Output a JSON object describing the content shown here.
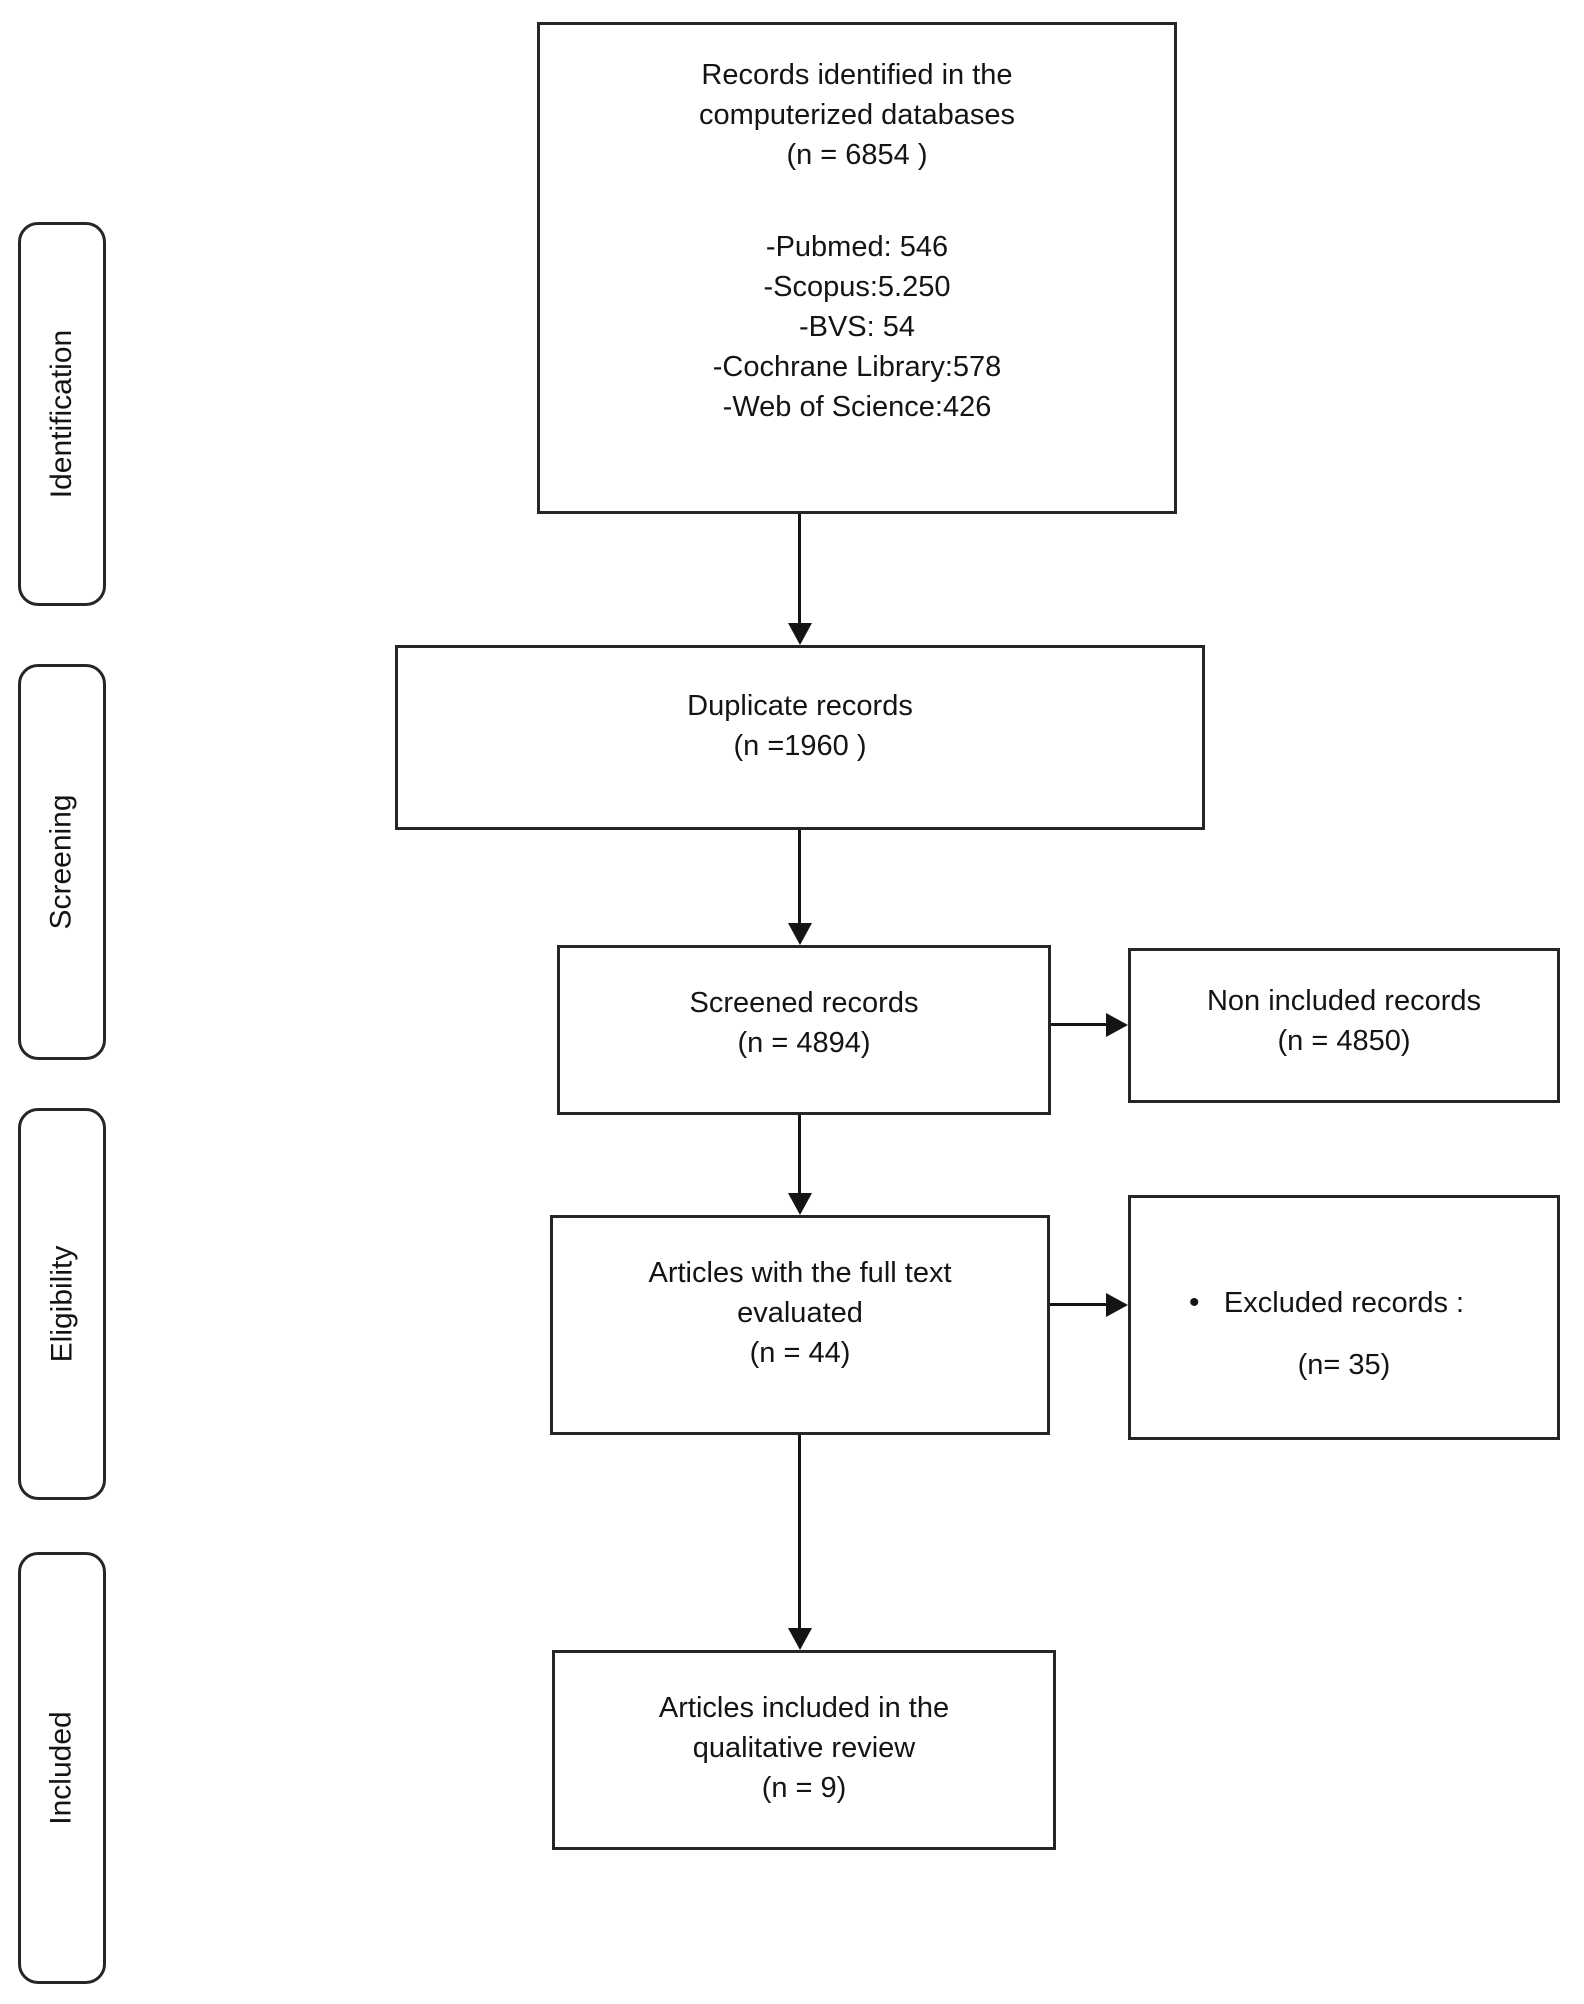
{
  "figure": {
    "stages": [
      {
        "label": "Identification"
      },
      {
        "label": "Screening"
      },
      {
        "label": "Eligibility"
      },
      {
        "label": "Included"
      }
    ],
    "boxes": {
      "records_identified": {
        "line1": "Records identified in the",
        "line2": "computerized databases",
        "count": "(n = 6854 )",
        "sources": [
          "-Pubmed: 546",
          "-Scopus:5.250",
          "-BVS: 54",
          "-Cochrane Library:578",
          "-Web of Science:426"
        ]
      },
      "duplicate_records": {
        "line1": "Duplicate records",
        "count": "(n =1960 )"
      },
      "screened_records": {
        "line1": "Screened records",
        "count": "(n = 4894)"
      },
      "non_included_records": {
        "line1": "Non included records",
        "count": "(n = 4850)"
      },
      "full_text_evaluated": {
        "line1": "Articles with the full text",
        "line2": "evaluated",
        "count": "(n = 44)"
      },
      "excluded_records": {
        "bullet": "•",
        "line1": "Excluded records :",
        "count": "(n= 35)"
      },
      "included_articles": {
        "line1": "Articles included in the",
        "line2": "qualitative review",
        "count": "(n = 9)"
      }
    }
  }
}
